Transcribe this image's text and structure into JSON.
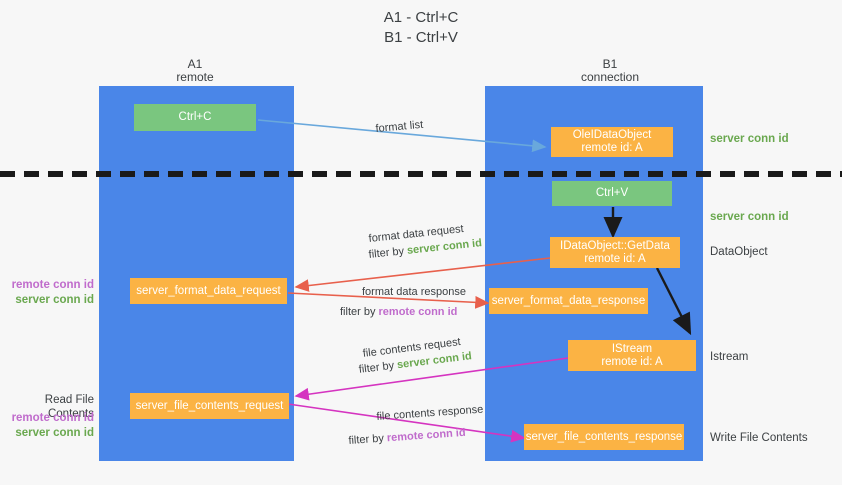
{
  "title": {
    "line1": "A1 - Ctrl+C",
    "line2": "B1 - Ctrl+V"
  },
  "colors": {
    "lane": "#4a86e8",
    "box_orange": "#fbb344",
    "box_green": "#7ac67f",
    "server_conn": "#6aa84f",
    "remote_conn": "#c06ccc",
    "arrow_blue": "#69a8dc",
    "arrow_red": "#e8604c",
    "arrow_magenta": "#d534c0",
    "arrow_black": "#1a1a1a",
    "divider": "#1a1a1a",
    "background": "#f7f7f7"
  },
  "columns": [
    {
      "name": "A1",
      "subtitle": "remote"
    },
    {
      "name": "B1",
      "subtitle": "connection"
    }
  ],
  "boxes": [
    {
      "id": "ctrl-c",
      "label": "Ctrl+C",
      "kind": "green"
    },
    {
      "id": "ole-idataobject",
      "label": "OleIDataObject",
      "sub": "remote id: A",
      "kind": "orange"
    },
    {
      "id": "ctrl-v",
      "label": "Ctrl+V",
      "kind": "green"
    },
    {
      "id": "idataobject-getdata",
      "label": "IDataObject::GetData",
      "sub": "remote id: A",
      "kind": "orange"
    },
    {
      "id": "server-format-data-request",
      "label": "server_format_data_request",
      "kind": "orange"
    },
    {
      "id": "server-format-data-response",
      "label": "server_format_data_response",
      "kind": "orange"
    },
    {
      "id": "istream",
      "label": "IStream",
      "sub": "remote id: A",
      "kind": "orange"
    },
    {
      "id": "server-file-contents-request",
      "label": "server_file_contents_request",
      "kind": "orange"
    },
    {
      "id": "server-file-contents-response",
      "label": "server_file_contents_response",
      "kind": "orange"
    }
  ],
  "right_labels": [
    {
      "id": "server-conn-id-1",
      "text": "server conn id",
      "style": "server"
    },
    {
      "id": "server-conn-id-2",
      "text": "server conn id",
      "style": "server"
    },
    {
      "id": "dataobject",
      "text": "DataObject",
      "style": "plain"
    },
    {
      "id": "istream-label",
      "text": "Istream",
      "style": "plain"
    },
    {
      "id": "write-file-contents",
      "text": "Write File Contents",
      "style": "plain"
    }
  ],
  "left_labels": {
    "group1": {
      "remote": "remote conn id",
      "server": "server conn id"
    },
    "read_file_contents": "Read File Contents",
    "group2": {
      "remote": "remote conn id",
      "server": "server conn id"
    }
  },
  "wire_labels": {
    "format_list": "format list",
    "format_data_request": "format data request",
    "format_data_request_filter_prefix": "filter by ",
    "format_data_request_filter_value": "server conn id",
    "format_data_response": "format data response",
    "format_data_response_filter_prefix": "filter by ",
    "format_data_response_filter_value": "remote conn id",
    "file_contents_request": "file contents request",
    "file_contents_request_filter_prefix": "filter by ",
    "file_contents_request_filter_value": "server conn id",
    "file_contents_response": "file contents response",
    "file_contents_response_filter_prefix": "filter by ",
    "file_contents_response_filter_value": "remote conn id"
  }
}
